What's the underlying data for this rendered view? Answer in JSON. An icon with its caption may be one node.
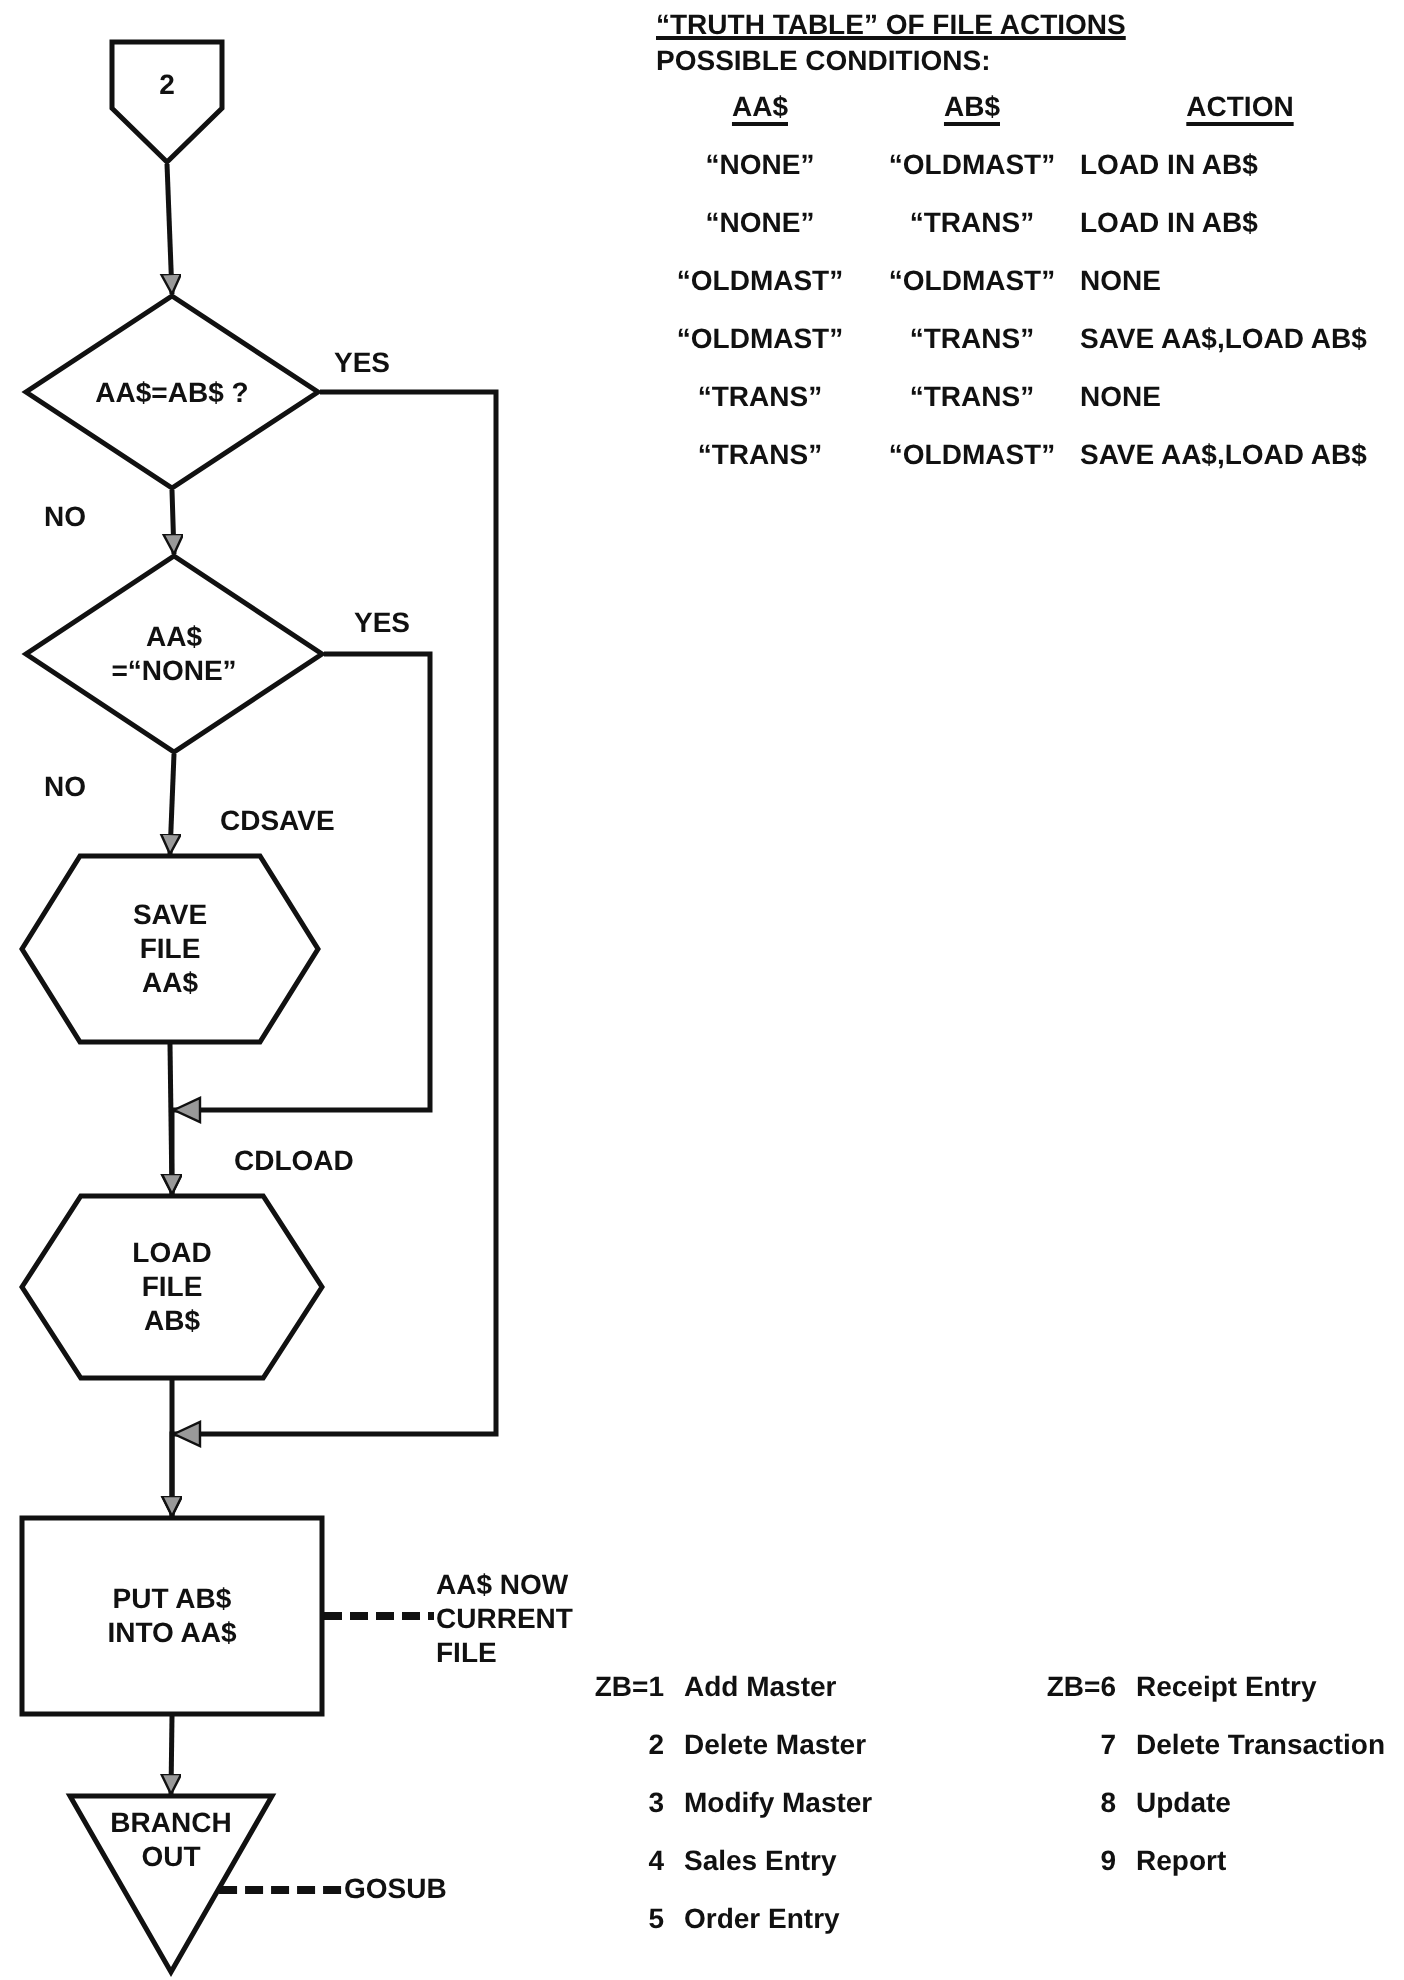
{
  "diagram": {
    "nodes": [
      {
        "text": [
          "2"
        ]
      },
      {
        "text": [
          "AA$=AB$ ?"
        ]
      },
      {
        "text": [
          "AA$ =“NONE”"
        ]
      },
      {
        "text": [
          "SAVE FILE AA$"
        ],
        "beside": [
          "CDSAVE"
        ]
      },
      {
        "text": [
          "LOAD FILE AB$"
        ],
        "beside": [
          "CDLOAD"
        ]
      },
      {
        "text": [
          "PUT AB$ INTO AA$"
        ]
      },
      {
        "text": [
          "BRANCH OUT"
        ]
      },
      {
        "text": [
          "AA$ NOW CURRENT FILE"
        ]
      },
      {
        "text": [
          "GOSUB"
        ]
      }
    ],
    "edges": [
      {
        "from": 0,
        "to": 1,
        "arrow": "to"
      },
      {
        "from": 1,
        "to": 2,
        "arrow": "to",
        "label": "NO"
      },
      {
        "from": 2,
        "to": 3,
        "arrow": "to",
        "label": "NO"
      },
      {
        "from": 3,
        "to": 4,
        "arrow": "to"
      },
      {
        "from": 2,
        "to": 4,
        "arrow": "to",
        "label": "YES"
      },
      {
        "from": 1,
        "to": 5,
        "arrow": "to",
        "label": "YES"
      },
      {
        "from": 4,
        "to": 5,
        "arrow": "to"
      },
      {
        "from": 5,
        "to": 6,
        "arrow": "to"
      },
      {
        "from": 5,
        "to": 7,
        "arrow": "none",
        "style": "dashed"
      },
      {
        "from": 6,
        "to": 8,
        "arrow": "none",
        "style": "dashed"
      }
    ],
    "labels": [
      "“TRUTH TABLE” OF FILE ACTIONS",
      "POSSIBLE CONDITIONS:",
      "AA$",
      "AB$",
      "ACTION",
      "“NONE”",
      "“OLDMAST”",
      "LOAD IN AB$",
      "“NONE”",
      "“TRANS”",
      "LOAD IN AB$",
      "“OLDMAST”",
      "“OLDMAST”",
      "NONE",
      "“OLDMAST”",
      "“TRANS”",
      "SAVE AA$,LOAD AB$",
      "“TRANS”",
      "“TRANS”",
      "NONE",
      "“TRANS”",
      "“OLDMAST”",
      "SAVE AA$,LOAD AB$",
      "ZB=1",
      "Add Master",
      "ZB=6",
      "Receipt Entry",
      "2",
      "Delete Master",
      "7",
      "Delete Transaction",
      "3",
      "Modify Master",
      "8",
      "Update",
      "4",
      "Sales Entry",
      "9",
      "Report",
      "5",
      "Order Entry"
    ]
  }
}
